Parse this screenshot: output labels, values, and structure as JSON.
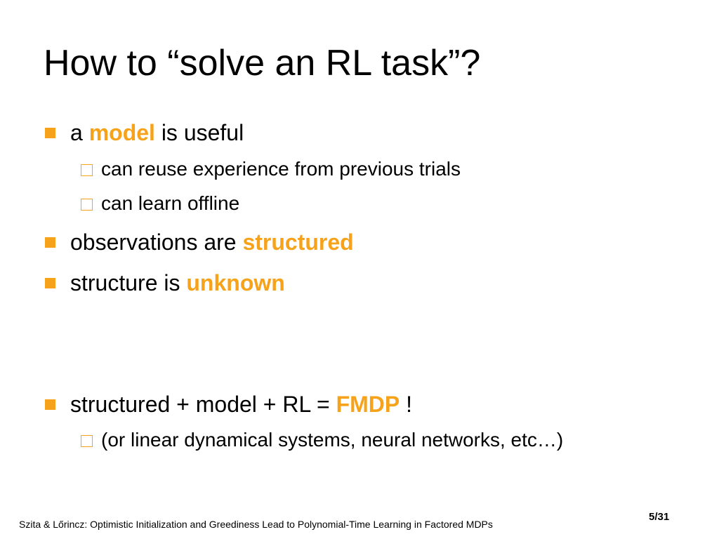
{
  "title": "How to “solve an RL task”?",
  "bullets": {
    "b1": {
      "pre": "a ",
      "hl": "model",
      "post": " is useful"
    },
    "b1_sub1": "can reuse experience from previous trials",
    "b1_sub2": "can learn offline",
    "b2": {
      "pre": "observations are ",
      "hl": "structured"
    },
    "b3": {
      "pre": "structure is ",
      "hl": "unknown"
    },
    "b4": {
      "pre": "structured + model + RL = ",
      "hl": "FMDP",
      "post": " !"
    },
    "b4_sub1": "(or linear dynamical systems, neural networks, etc…)"
  },
  "footer": "Szita & Lőrincz: Optimistic Initialization and Greediness Lead to Polynomial-Time Learning in Factored MDPs",
  "page_number": "5/31",
  "colors": {
    "accent": "#f7a21b",
    "text": "#000000",
    "background": "#ffffff"
  },
  "icons": {
    "level1_bullet": "filled-square",
    "level2_bullet": "hollow-square"
  }
}
